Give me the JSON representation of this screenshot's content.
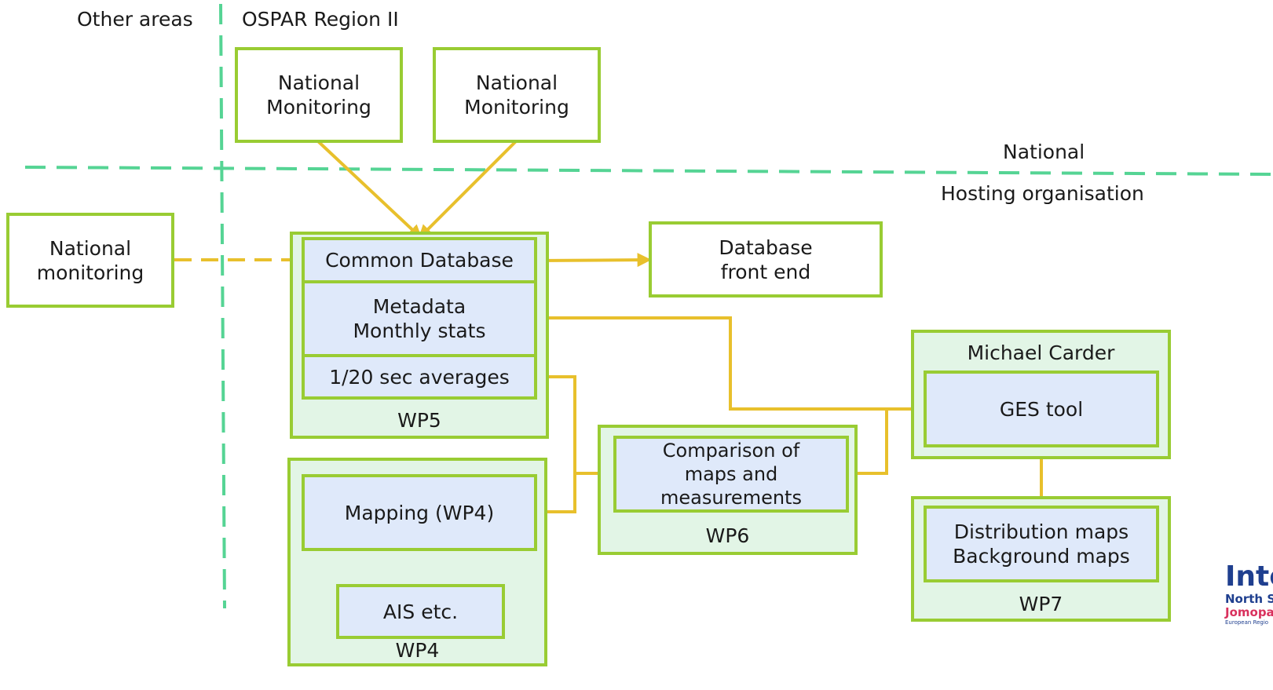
{
  "regions": {
    "other_areas": "Other areas",
    "ospar_region": "OSPAR Region II",
    "national": "National",
    "hosting_organisation": "Hosting organisation"
  },
  "nodes": {
    "national_monitoring_1": "National\nMonitoring",
    "national_monitoring_2": "National\nMonitoring",
    "national_monitoring_other": "National\nmonitoring",
    "common_database": "Common Database",
    "metadata": "Metadata\nMonthly stats",
    "averages": "1/20 sec averages",
    "wp5": "WP5",
    "database_front_end": "Database\nfront end",
    "mapping": "Mapping (WP4)",
    "ais": "AIS etc.",
    "wp4": "WP4",
    "comparison": "Comparison of\nmaps and\nmeasurements",
    "wp6": "WP6",
    "michael_carder": "Michael Carder",
    "ges_tool": "GES tool",
    "distribution_maps": "Distribution maps\nBackground maps",
    "wp7": "WP7"
  },
  "logo": {
    "word": "Inte",
    "line1": "North S",
    "line2": "Jomopa",
    "line3": "European Regio"
  },
  "colors": {
    "box_border": "#99cc33",
    "group_fill": "#e2f5e6",
    "inner_fill": "#dfe9fa",
    "arrow": "#e8c02c",
    "boundary_dash": "#55d494"
  }
}
